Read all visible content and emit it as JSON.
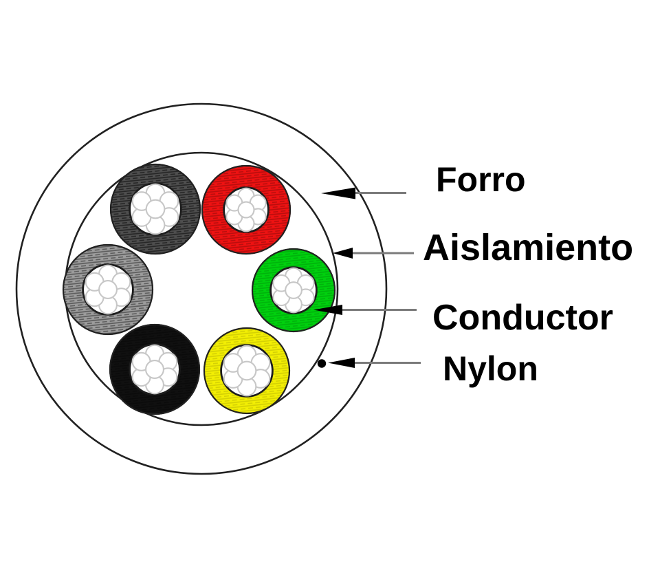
{
  "figure": {
    "labels": [
      {
        "id": "forro",
        "text": "Forro"
      },
      {
        "id": "aislamiento",
        "text": "Aislamiento"
      },
      {
        "id": "conductor",
        "text": "Conductor"
      },
      {
        "id": "nylon",
        "text": "Nylon"
      }
    ],
    "wires": [
      {
        "name": "dark-gray-wire",
        "color": "#4e4e4e"
      },
      {
        "name": "red-wire",
        "color": "#ee1212"
      },
      {
        "name": "gray-wire",
        "color": "#9c9c9c"
      },
      {
        "name": "green-wire",
        "color": "#00d00e"
      },
      {
        "name": "black-wire",
        "color": "#101010"
      },
      {
        "name": "yellow-wire",
        "color": "#f2ee04"
      }
    ],
    "colors": {
      "background": "#ffffff",
      "outline": "#212121",
      "leader_line": "#7b7b7b",
      "arrowhead": "#000000",
      "strand_stroke": "#c7c7c7"
    }
  }
}
